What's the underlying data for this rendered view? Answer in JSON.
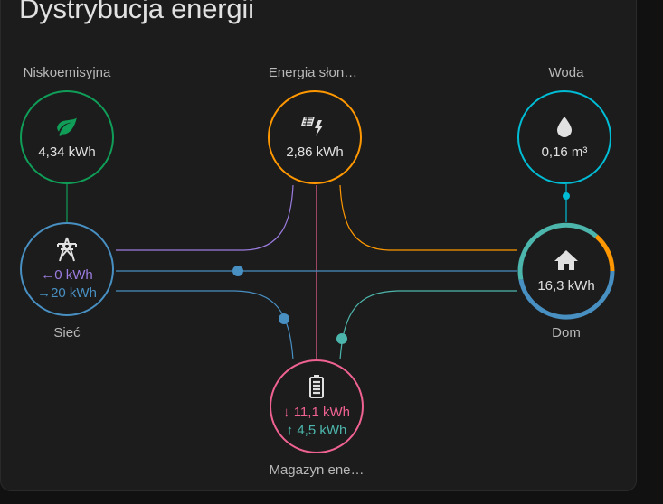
{
  "card": {
    "title": "Dystrybucja energii"
  },
  "nodes": {
    "low_carbon": {
      "label": "Niskoemisyjna",
      "value": "4,34 kWh",
      "color": "#0f9d58",
      "icon": "leaf-icon"
    },
    "solar": {
      "label": "Energia słon…",
      "value": "2,86 kWh",
      "color": "#ff9800",
      "icon": "solar-power-icon"
    },
    "water": {
      "label": "Woda",
      "value": "0,16 m³",
      "color": "#00bcd4",
      "icon": "water-drop-icon"
    },
    "grid": {
      "label": "Sieć",
      "export": "0 kWh",
      "import": "20 kWh",
      "export_color": "#9c7ce0",
      "import_color": "#488fc2",
      "icon": "transmission-tower-icon"
    },
    "home": {
      "label": "Dom",
      "value": "16,3 kWh",
      "icon": "home-icon"
    },
    "battery": {
      "label": "Magazyn ene…",
      "in": "11,1 kWh",
      "out": "4,5 kWh",
      "in_color": "#f06292",
      "out_color": "#4db6ac",
      "icon": "battery-icon"
    }
  },
  "colors": {
    "grid_to_home": "#488fc2",
    "solar_to_grid": "#9c7ce0",
    "solar_to_home": "#ff9800",
    "solar_to_battery": "#f06292",
    "battery_to_home": "#4db6ac"
  }
}
